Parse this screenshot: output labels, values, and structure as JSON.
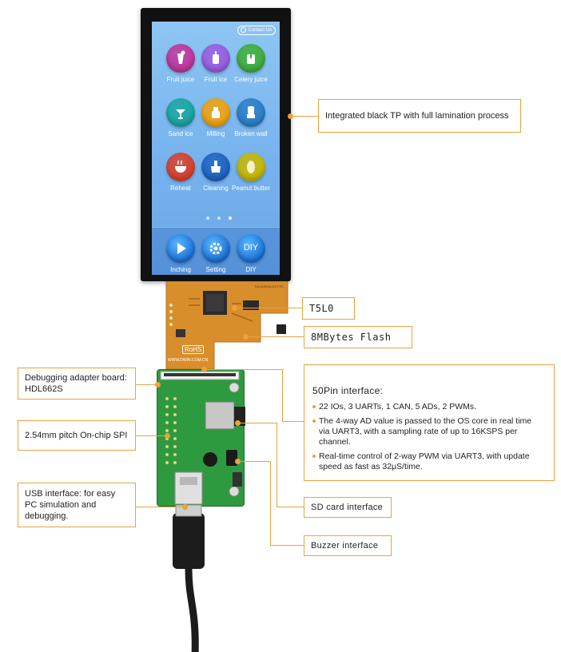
{
  "screen": {
    "contact_label": "Contact Us",
    "apps": [
      {
        "label": "Fruit juice",
        "icon": "fruit-juice-icon",
        "color": "#c0359b"
      },
      {
        "label": "Fruit ice",
        "icon": "fruit-ice-icon",
        "color": "#9a5ce0"
      },
      {
        "label": "Celery juice",
        "icon": "celery-juice-icon",
        "color": "#3fae3a"
      },
      {
        "label": "Sand ice",
        "icon": "sand-ice-icon",
        "color": "#1aa6a0"
      },
      {
        "label": "Milling",
        "icon": "milling-icon",
        "color": "#f2a20e"
      },
      {
        "label": "Broken wall",
        "icon": "broken-wall-icon",
        "color": "#2a7fc9"
      },
      {
        "label": "Reheat",
        "icon": "reheat-icon",
        "color": "#d9402b"
      },
      {
        "label": "Cleaning",
        "icon": "cleaning-icon",
        "color": "#1d63c2"
      },
      {
        "label": "Peanut butter",
        "icon": "peanut-butter-icon",
        "color": "#c9b800"
      }
    ],
    "dock": [
      {
        "label": "Inching",
        "icon": "play-icon"
      },
      {
        "label": "Setting",
        "icon": "gear-icon"
      },
      {
        "label": "DIY",
        "icon": "diy-icon",
        "text": "DIY"
      }
    ]
  },
  "flex_pcb": {
    "marking": "T5L0ASE48-E2-FPC",
    "rohs": "RoHS",
    "url": "WWW.DWIN.COM.CN"
  },
  "callouts": {
    "tp": "Integrated black TP with full lamination process",
    "t5l0": "T5L0",
    "flash": "8MBytes Flash",
    "debug_board": "Debugging adapter board: HDL662S",
    "spi": "2.54mm pitch On-chip SPI",
    "usb": "USB interface: for easy PC simulation and debugging.",
    "sd": "SD card interface",
    "buzzer": "Buzzer interface",
    "pin50_title": "50Pin interface:",
    "pin50_items": [
      "22 IOs, 3 UARTs, 1 CAN, 5 ADs, 2 PWMs.",
      "The 4-way AD value is passed to the OS core in real time via UART3, with a sampling rate of up to 16KSPS per channel.",
      "Real-time control of 2-way PWM via UART3, with update speed as fast as 32μS/time."
    ]
  },
  "colors": {
    "accent": "#e8a33d",
    "pcb_flex": "#d98e2c",
    "pcb_green": "#2e9a3f"
  }
}
